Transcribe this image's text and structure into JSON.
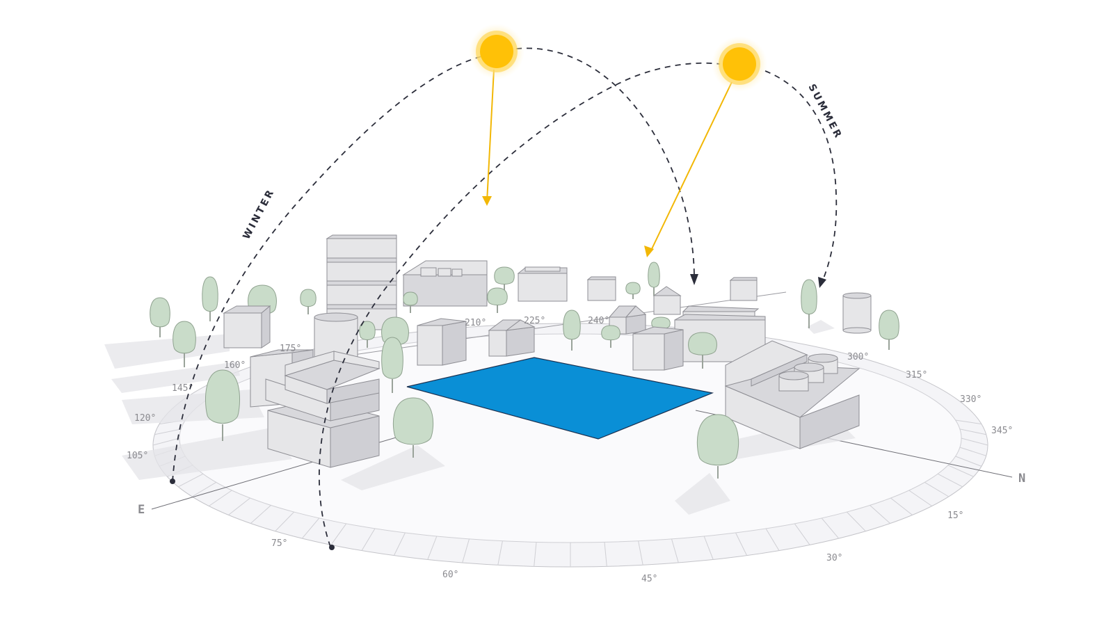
{
  "colors": {
    "sun": "#ffc107",
    "sun_ray": "#f2b705",
    "site": "#0a8fd6",
    "building": "#e6e6e8",
    "tree": "#c9dcc9",
    "path": "#2b2d3a",
    "label": "#8a8a8f"
  },
  "cardinals": {
    "east": "E",
    "north": "N"
  },
  "seasons": {
    "winter": "WINTER",
    "summer": "SUMMER"
  },
  "degree_labels": {
    "d15": "15°",
    "d30": "30°",
    "d45": "45°",
    "d60": "60°",
    "d75": "75°",
    "d105": "105°",
    "d120": "120°",
    "d145": "145°",
    "d160": "160°",
    "d175": "175°",
    "d210": "210°",
    "d225": "225°",
    "d240": "240°",
    "d300": "300°",
    "d315": "315°",
    "d330": "330°",
    "d345": "345°"
  },
  "icons": {
    "sun": "sun-icon",
    "arrow": "arrowhead-icon",
    "tree": "tree-icon"
  }
}
